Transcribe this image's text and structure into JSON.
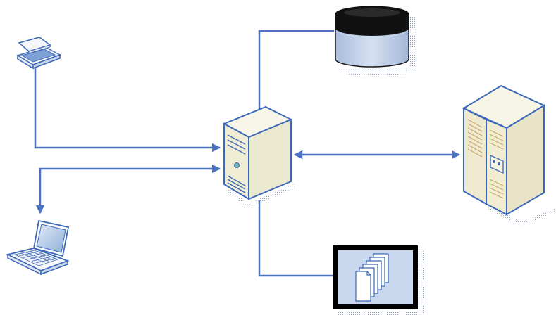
{
  "diagram": {
    "nodes": [
      {
        "id": "scanner",
        "icon": "scanner-icon"
      },
      {
        "id": "laptop",
        "icon": "laptop-icon"
      },
      {
        "id": "server",
        "icon": "tower-server-icon"
      },
      {
        "id": "database",
        "icon": "database-icon"
      },
      {
        "id": "mainframe",
        "icon": "mainframe-cabinet-icon"
      },
      {
        "id": "documents",
        "icon": "document-stack-icon"
      }
    ],
    "connections": [
      {
        "from": "scanner",
        "to": "server",
        "arrow": "end"
      },
      {
        "from": "server",
        "to": "laptop",
        "arrow": "both"
      },
      {
        "from": "server",
        "to": "database",
        "arrow": "none"
      },
      {
        "from": "server",
        "to": "mainframe",
        "arrow": "both"
      },
      {
        "from": "server",
        "to": "documents",
        "arrow": "none"
      }
    ],
    "colors": {
      "connector": "#4a72c0",
      "outline": "#3c68b8",
      "device_body": "#f1efd9",
      "device_shade": "#d7d4b8",
      "database_fill": "#c7d5ea",
      "database_dark": "#0a0a0a",
      "document_frame": "#000000",
      "document_panel": "#c9d8ee",
      "shadow": "#c8cfe0"
    }
  }
}
